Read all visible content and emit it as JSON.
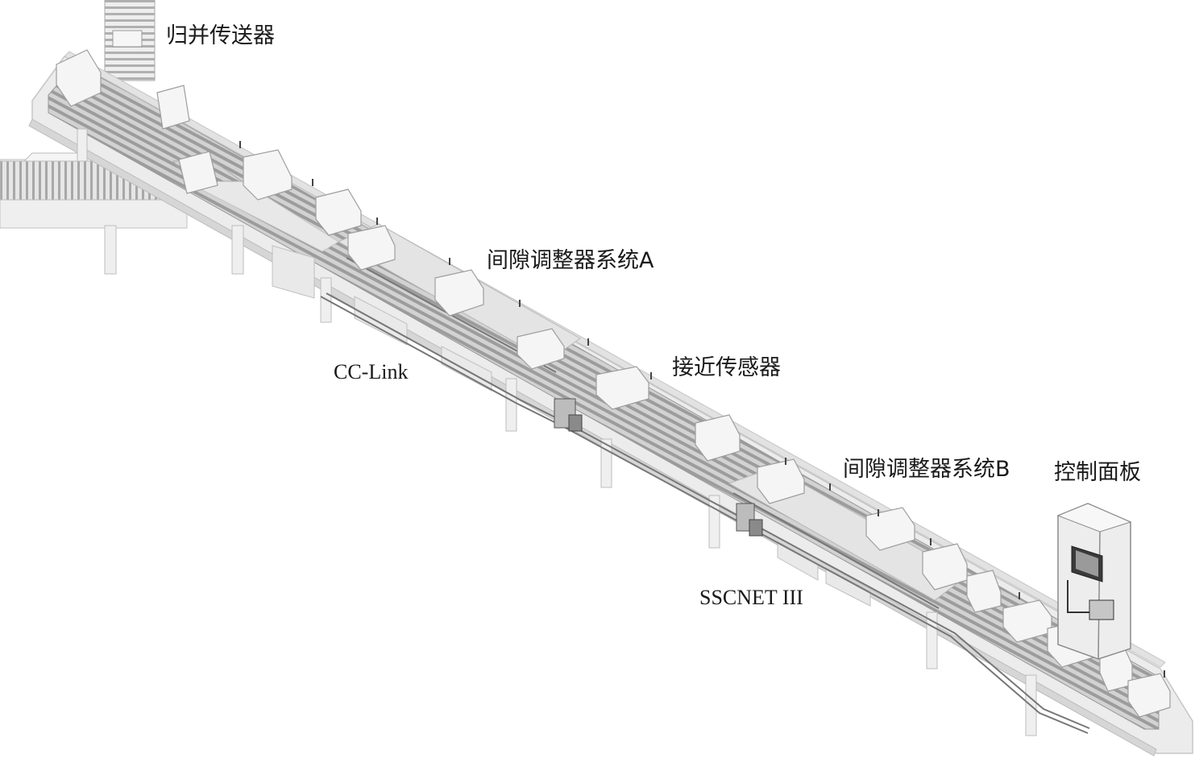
{
  "labels": {
    "merge_conveyor": "归并传送器",
    "gap_system_a": "间隙调整器系统A",
    "cc_link": "CC-Link",
    "proximity_sensor": "接近传感器",
    "gap_system_b": "间隙调整器系统B",
    "control_panel": "控制面板",
    "sscnet": "SSCNET III"
  },
  "colors": {
    "background": "#ffffff",
    "frame": "#ececec",
    "frame_dark": "#c8c8c8",
    "roller": "#a9a9a9",
    "box": "#f4f4f4",
    "cable": "#777777",
    "label_text": "#1a1a1a"
  }
}
